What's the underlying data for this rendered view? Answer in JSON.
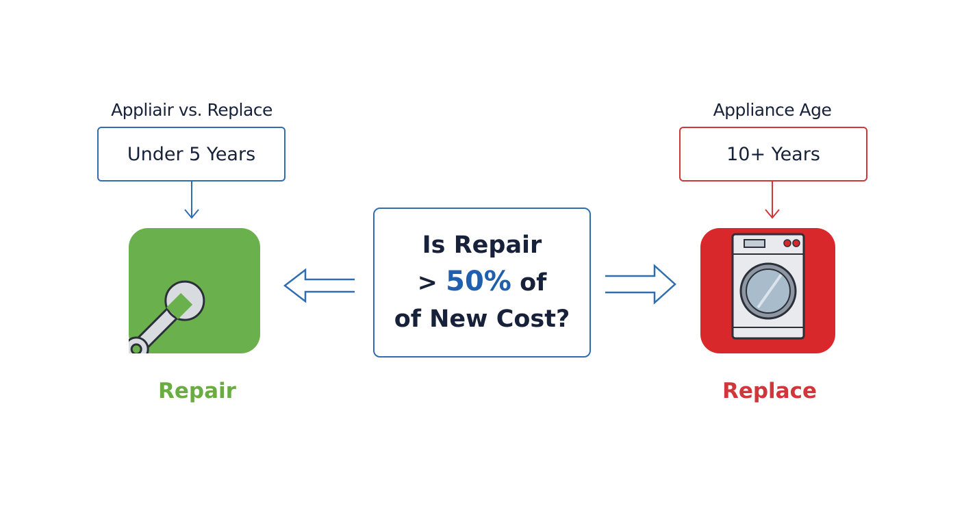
{
  "left": {
    "title": "Appliair vs. Replace",
    "condition": "Under 5 Years",
    "result": "Repair",
    "color": "#6ab04c"
  },
  "right": {
    "title": "Appliance Age",
    "condition": "10+ Years",
    "result": "Replace",
    "color": "#d9282b"
  },
  "center": {
    "line1": "Is Repair",
    "prefix": "> ",
    "percent": "50%",
    "suffix": " of",
    "line3": "of New Cost?"
  },
  "colors": {
    "blue": "#2f6db0",
    "red": "#d0363a",
    "green": "#6ab04c"
  }
}
